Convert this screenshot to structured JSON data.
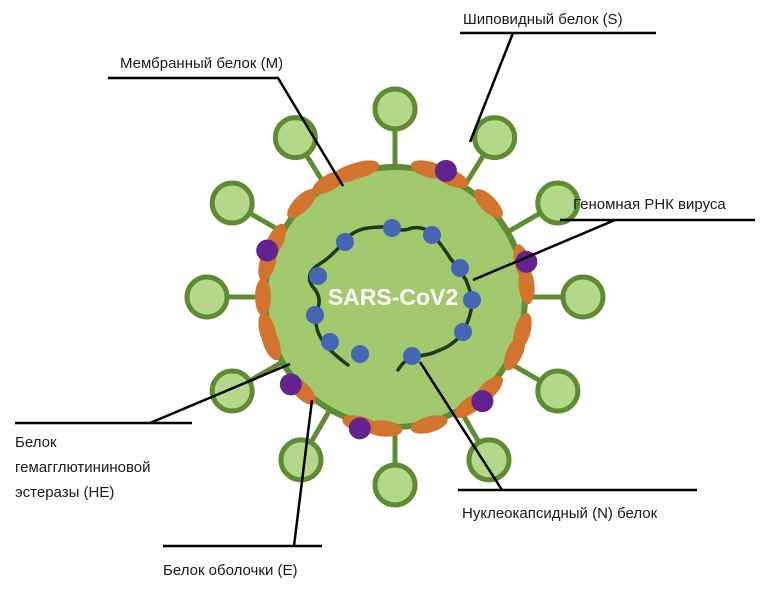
{
  "virus": {
    "name": "SARS-CoV2"
  },
  "labels": {
    "membrane": "Мембранный белок (M)",
    "spike": "Шиповидный белок (S)",
    "rna": "Геномная РНК вируса",
    "he_line1": "Белок",
    "he_line2": "гемагглютининовой",
    "he_line3": "эстеразы (HE)",
    "nucleocapsid": "Нуклеокапсидный (N) белок",
    "envelope": "Белок оболочки (E)"
  },
  "colors": {
    "virion_fill": "#a3c96e",
    "virion_stroke": "#5e8c32",
    "spike_head_fill": "#b4d88a",
    "spike_stroke": "#5e8c32",
    "membrane_protein": "#d2732e",
    "he_protein": "#63238f",
    "nucleocapsid": "#4466b4",
    "rna_strand": "#1f3a18",
    "leader_line": "#000000",
    "center_text": "#ffffff"
  }
}
